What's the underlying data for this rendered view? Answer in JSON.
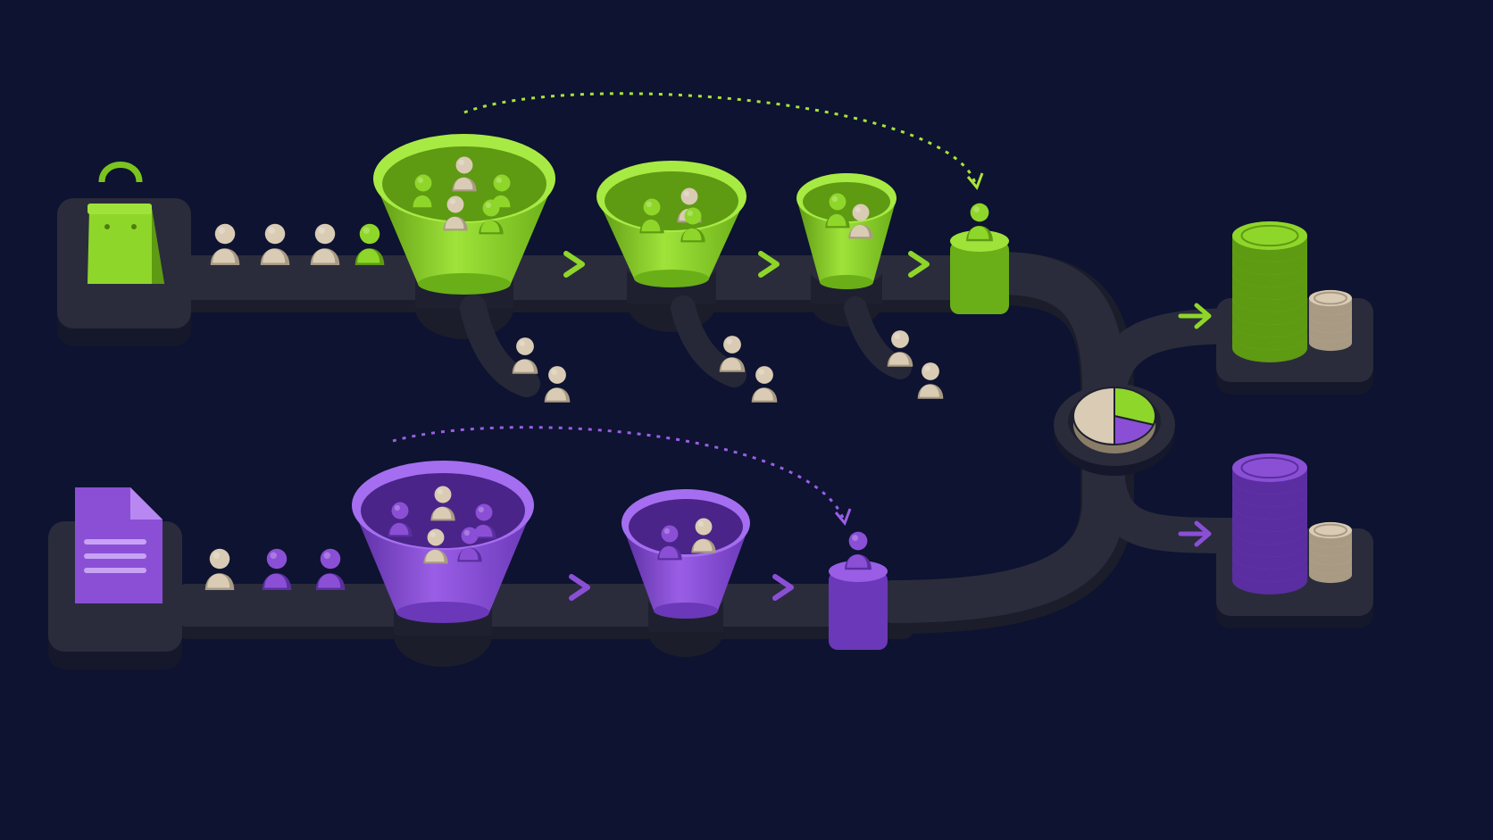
{
  "colors": {
    "background": "#0d1330",
    "track": "#262838",
    "track_top": "#2f3244",
    "green": "#8fd62a",
    "green_dark": "#5e9a12",
    "purple": "#8b4fd6",
    "purple_dark": "#5a2ea0",
    "figure_neutral": "#d9cbb4",
    "figure_neutral_dark": "#a89a83"
  },
  "icons": {
    "green_source": "shopping-bag-icon",
    "purple_source": "document-icon",
    "merge": "pie-chart-icon",
    "green_output": "coin-stack-icon",
    "purple_output": "coin-stack-icon",
    "people": "person-figure-icon",
    "step": "chevron-right-icon",
    "loop": "dotted-arrow-icon"
  },
  "pipelines": [
    {
      "key": "green",
      "source_icon": "shopping-bag-icon",
      "queue": [
        "neutral",
        "neutral",
        "neutral",
        "green"
      ],
      "funnels": [
        {
          "people_inside": 5,
          "people_dropped": 2
        },
        {
          "people_inside": 3,
          "people_dropped": 2
        },
        {
          "people_inside": 2,
          "people_dropped": 2
        }
      ],
      "converted": 1
    },
    {
      "key": "purple",
      "source_icon": "document-icon",
      "queue": [
        "neutral",
        "purple",
        "purple"
      ],
      "funnels": [
        {
          "people_inside": 5,
          "people_dropped": 0
        },
        {
          "people_inside": 2,
          "people_dropped": 0
        }
      ],
      "converted": 1
    }
  ],
  "merge_pie": {
    "neutral": 0.5,
    "green": 0.3,
    "purple": 0.2
  }
}
